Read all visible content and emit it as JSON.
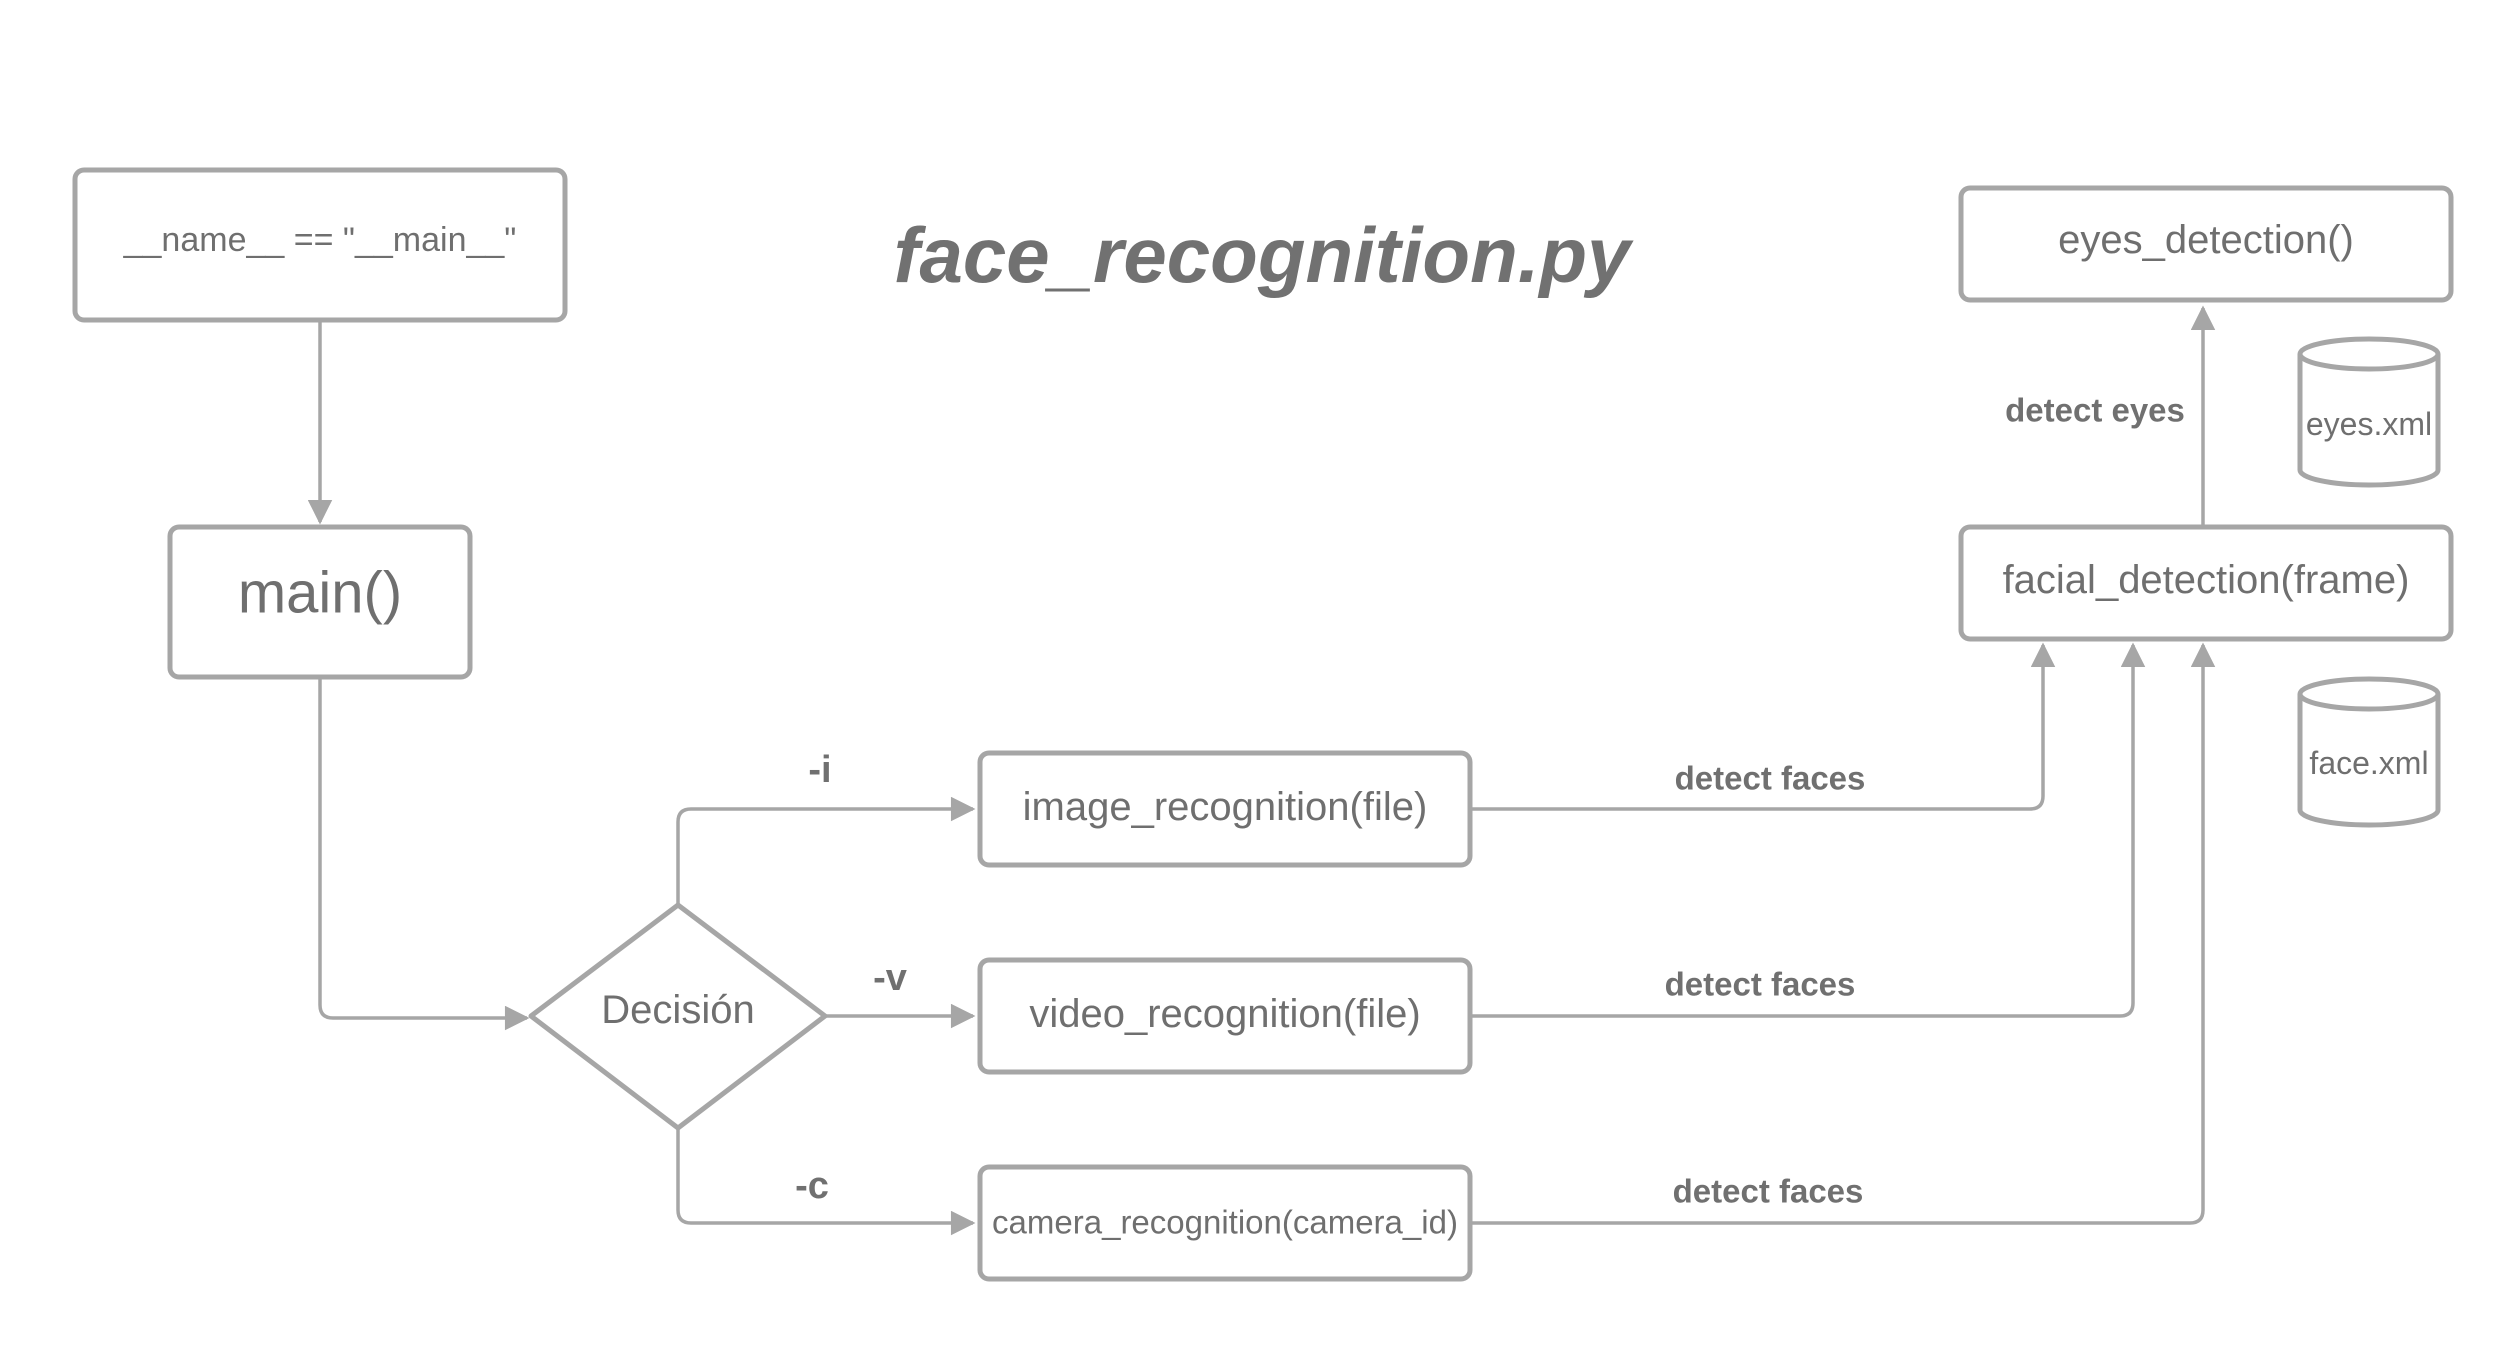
{
  "title": "face_recognition.py",
  "nodes": {
    "name_main": "__name__ == \"__main__\"",
    "main": "main()",
    "decision": "Decisión",
    "image_recognition": "image_recognition(file)",
    "video_recognition": "video_recognition(file)",
    "camera_recognition": "camera_recognition(camera_id)",
    "facial_detection": "facial_detection(frame)",
    "eyes_detection": "eyes_detection()",
    "eyes_xml": "eyes.xml",
    "face_xml": "face.xml"
  },
  "edge_labels": {
    "flag_i": "-i",
    "flag_v": "-v",
    "flag_c": "-c",
    "detect_faces_image": "detect faces",
    "detect_faces_video": "detect faces",
    "detect_faces_camera": "detect faces",
    "detect_eyes": "detect eyes"
  },
  "colors": {
    "stroke": "#a6a6a6",
    "text": "#6f6f6f",
    "background": "#ffffff"
  }
}
